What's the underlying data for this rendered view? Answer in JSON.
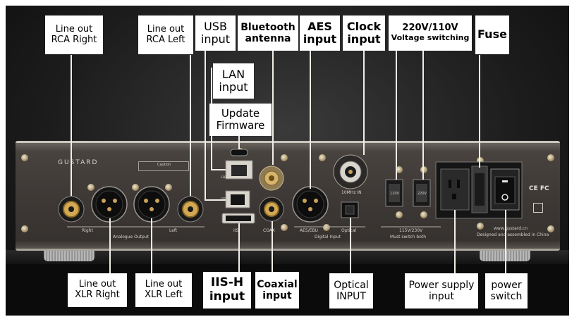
{
  "callouts_top": [
    {
      "id": "line-out-rca-right",
      "lines": [
        "Line out",
        "RCA Right"
      ]
    },
    {
      "id": "line-out-rca-left",
      "lines": [
        "Line out",
        "RCA Left"
      ]
    },
    {
      "id": "usb-input",
      "lines": [
        "USB",
        "input"
      ]
    },
    {
      "id": "bluetooth-antenna",
      "lines": [
        "Bluetooth",
        "antenna"
      ]
    },
    {
      "id": "aes-input",
      "lines": [
        "AES",
        "input"
      ]
    },
    {
      "id": "clock-input",
      "lines": [
        "Clock",
        "input"
      ]
    },
    {
      "id": "voltage-switching",
      "lines": [
        "220V/110V",
        "Voltage switching"
      ]
    },
    {
      "id": "fuse",
      "lines": [
        "Fuse"
      ]
    },
    {
      "id": "lan-input",
      "lines": [
        "LAN",
        "input"
      ]
    },
    {
      "id": "update-firmware",
      "lines": [
        "Update",
        "Firmware"
      ]
    }
  ],
  "callouts_bottom": [
    {
      "id": "line-out-xlr-right",
      "lines": [
        "Line out",
        "XLR Right"
      ]
    },
    {
      "id": "line-out-xlr-left",
      "lines": [
        "Line out",
        "XLR Left"
      ]
    },
    {
      "id": "iis-h-input",
      "lines": [
        "IIS-H",
        "input"
      ]
    },
    {
      "id": "coaxial-input",
      "lines": [
        "Coaxial",
        "input"
      ]
    },
    {
      "id": "optical-input",
      "lines": [
        "Optical",
        "INPUT"
      ]
    },
    {
      "id": "power-supply-input",
      "lines": [
        "Power supply",
        "input"
      ]
    },
    {
      "id": "power-switch",
      "lines": [
        "power",
        "switch"
      ]
    }
  ],
  "device": {
    "brand": "GUSTARD",
    "engraved": {
      "right": "Right",
      "analogue_output": "Analogue Output",
      "left": "Left",
      "iis": "IIS",
      "coax": "COAX",
      "aes_ebu": "AES/EBU",
      "optical": "Optical",
      "digital_input": "Digital Input",
      "clock_in": "10MHz IN",
      "voltage": "115V/230V",
      "voltage_note": "Must switch both",
      "site": "www.gustard.cn",
      "origin": "Designed and assembled in China",
      "usb": "USB",
      "lan": "LAN",
      "sw_110": "110V",
      "sw_220": "220V",
      "caution": "Caution"
    },
    "certifications": "CE FC"
  },
  "colors": {
    "label_bg": "#ffffff",
    "line_color": "#f1ede6",
    "panel": "#3e3936",
    "gold": "#c8a04a"
  }
}
